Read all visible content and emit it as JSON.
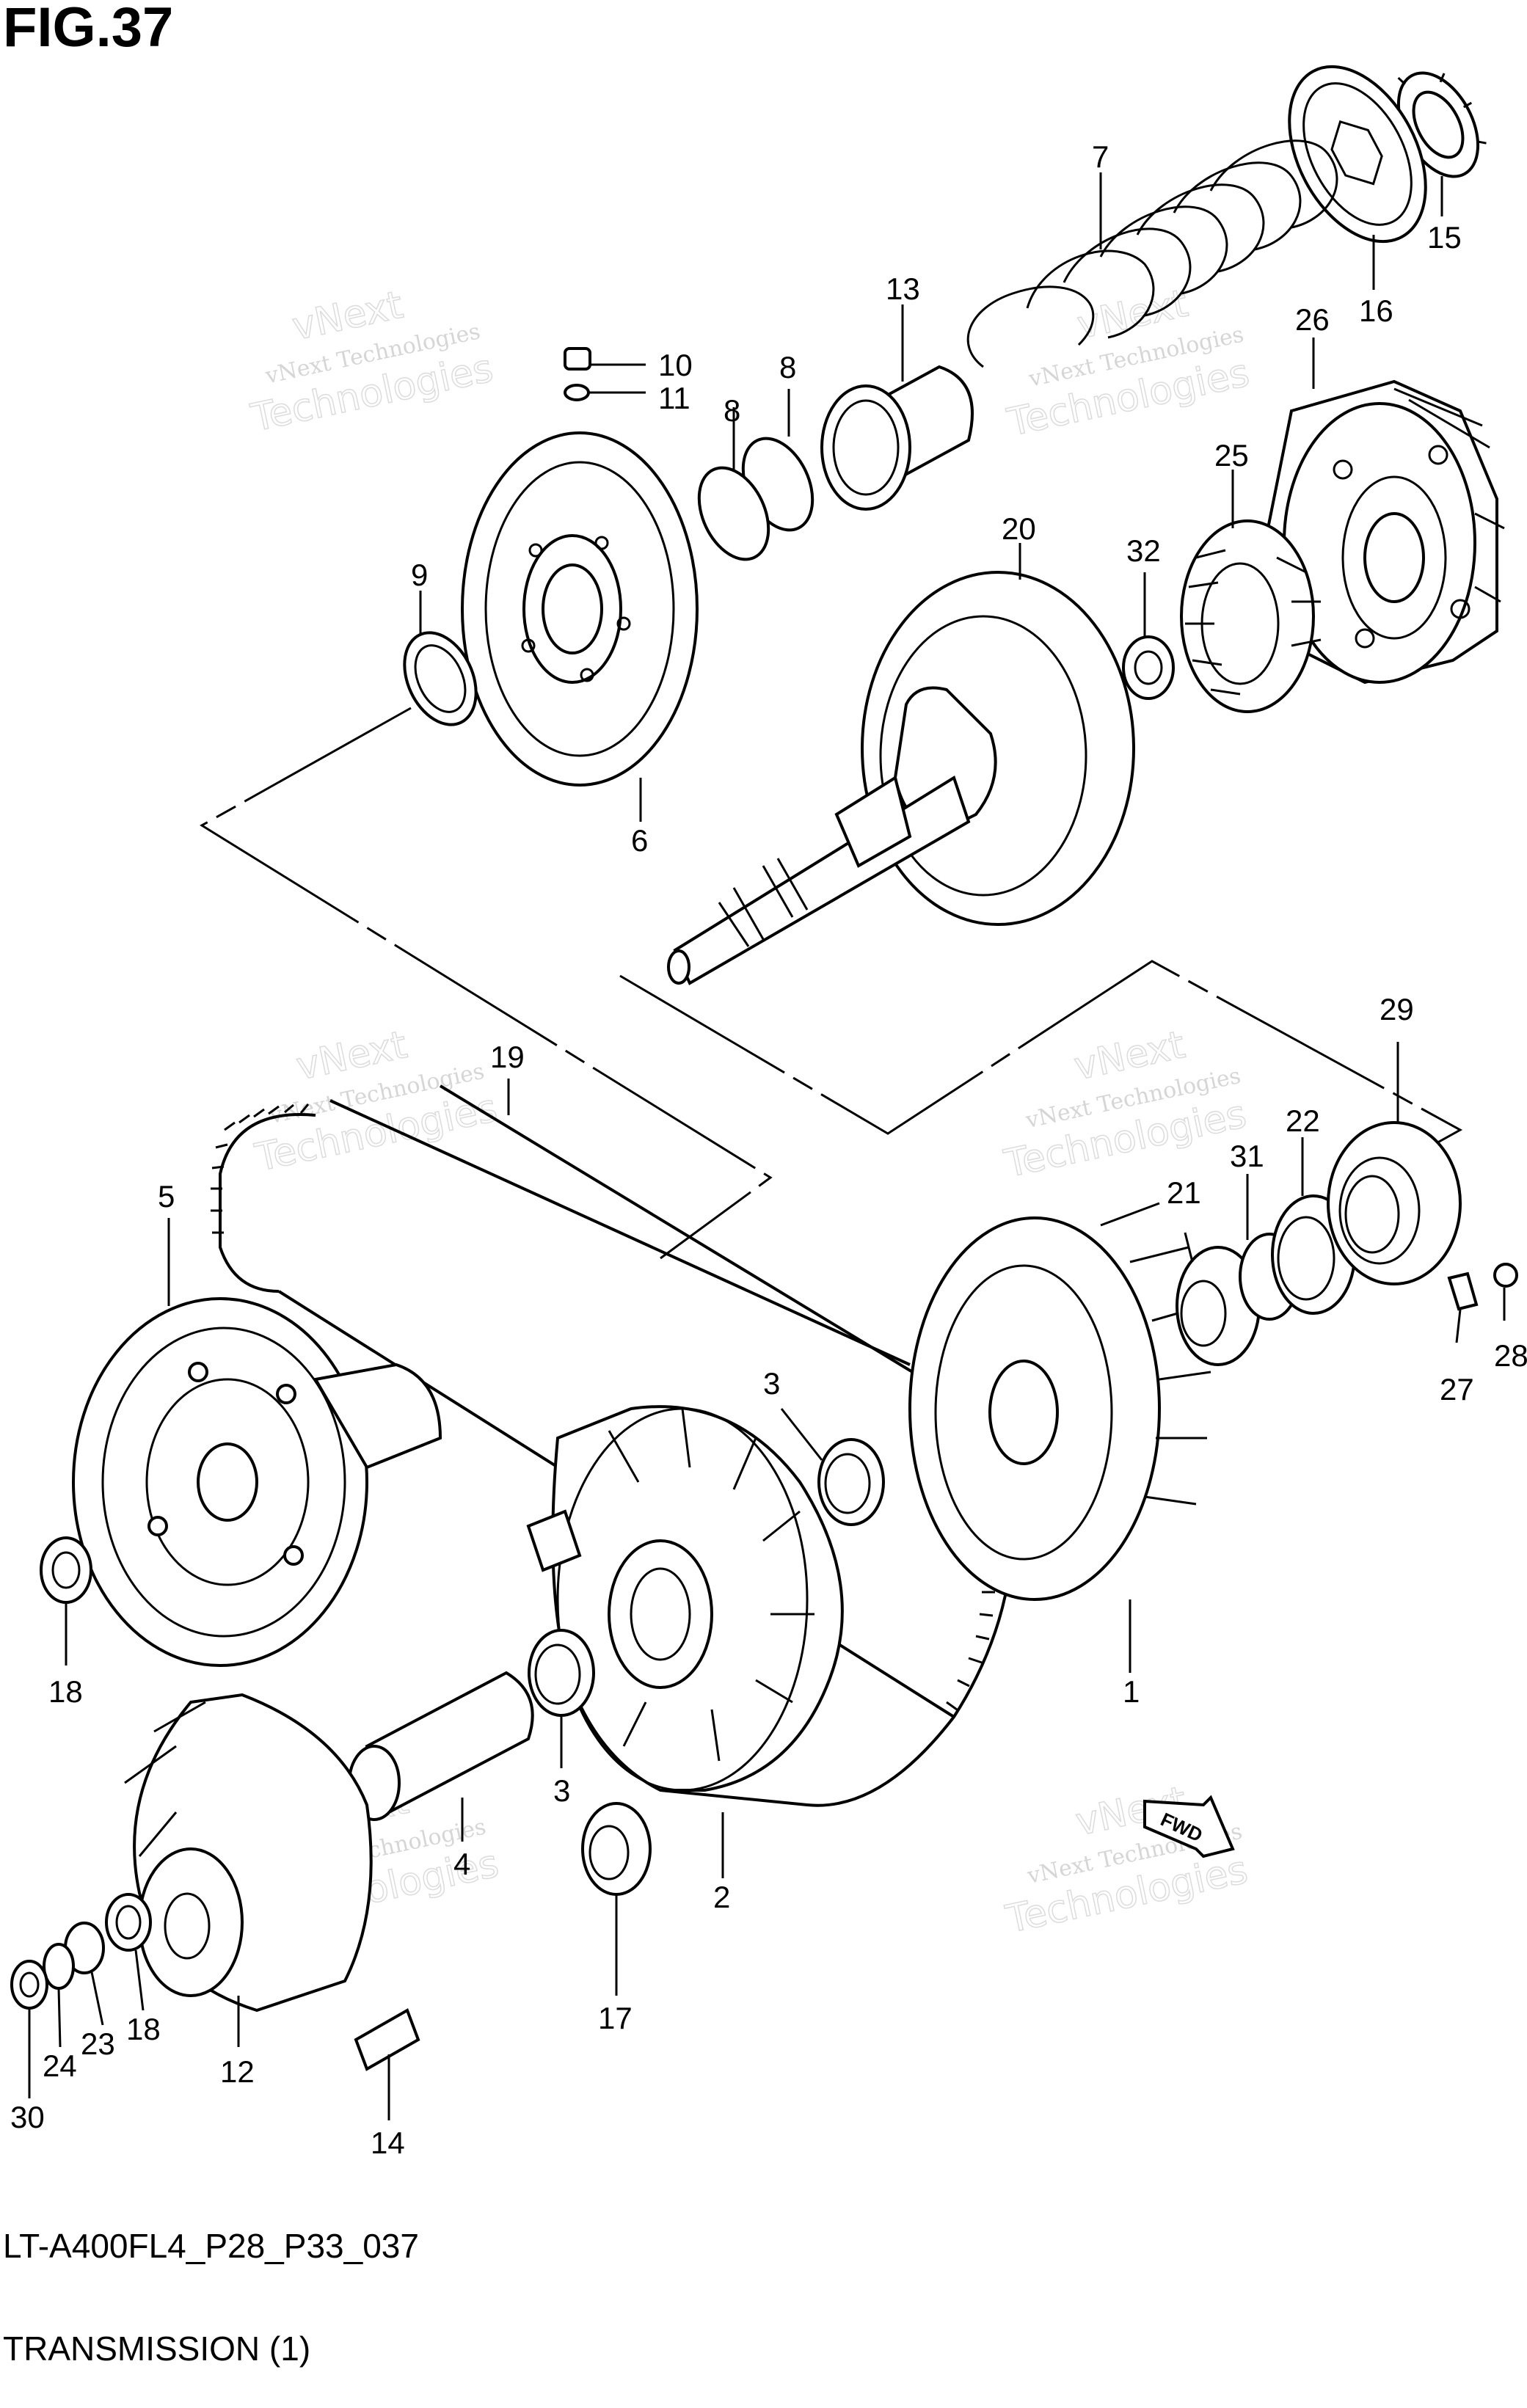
{
  "figure": {
    "title": "FIG.37",
    "code": "LT-A400FL4_P28_P33_037",
    "name": "TRANSMISSION (1)"
  },
  "watermark": {
    "line1": "vNext Technologies",
    "line2": "Technologies",
    "line3": "vNext"
  },
  "fwd_label": "FWD",
  "callouts": {
    "p1": "1",
    "p2": "2",
    "p3a": "3",
    "p3b": "3",
    "p4": "4",
    "p5": "5",
    "p6": "6",
    "p7": "7",
    "p8a": "8",
    "p8b": "8",
    "p9": "9",
    "p10": "10",
    "p11": "11",
    "p12": "12",
    "p13": "13",
    "p14": "14",
    "p15": "15",
    "p16": "16",
    "p17": "17",
    "p18a": "18",
    "p18b": "18",
    "p19": "19",
    "p20": "20",
    "p21": "21",
    "p22": "22",
    "p23": "23",
    "p24": "24",
    "p25": "25",
    "p26": "26",
    "p27": "27",
    "p28": "28",
    "p29": "29",
    "p30": "30",
    "p31": "31",
    "p32": "32"
  }
}
